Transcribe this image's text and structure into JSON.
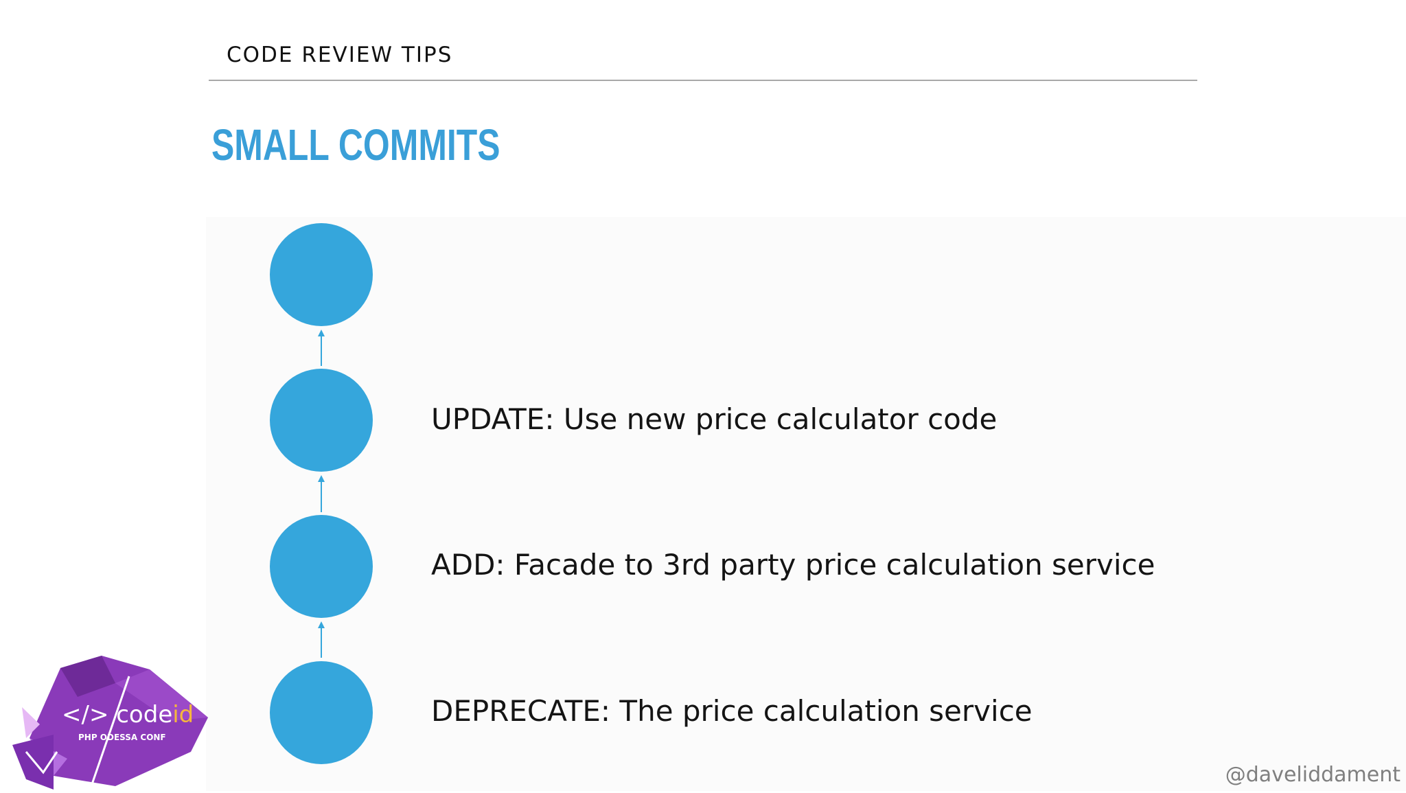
{
  "header": {
    "section_label": "CODE REVIEW TIPS"
  },
  "slide": {
    "title": "SMALL COMMITS"
  },
  "commits": [
    {
      "message": ""
    },
    {
      "message": "UPDATE: Use new price calculator code"
    },
    {
      "message": "ADD: Facade to 3rd party price calculation service"
    },
    {
      "message": "DEPRECATE: The price calculation service"
    }
  ],
  "footer": {
    "handle": "@daveliddament"
  },
  "logo": {
    "code_prefix": "</> code",
    "code_suffix": "id",
    "subtitle": "PHP ODESSA CONF"
  },
  "colors": {
    "title": "#3a9fd8",
    "node": "#35a6dc",
    "logo_purple": "#8a3ab9"
  }
}
